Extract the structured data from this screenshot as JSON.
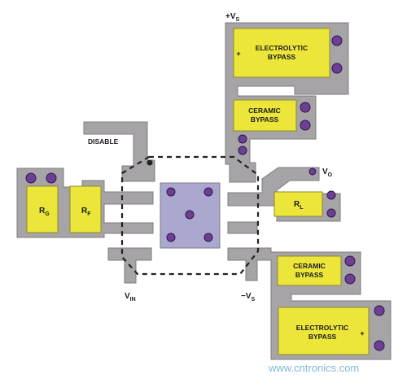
{
  "colors": {
    "trace": "#a7a4a8",
    "trace_edge": "#7e7b80",
    "component": "#ece63a",
    "component_edge": "#8d8a2a",
    "via": "#6d3f94",
    "via_edge": "#2e1748",
    "ic_pad": "#aaa8cf",
    "outline": "#222222",
    "text": "#1a1a1a",
    "watermark": "#7fb9d6"
  },
  "labels": {
    "vs_pos": {
      "main": "+V",
      "sub": "S"
    },
    "vs_neg": {
      "main": "−V",
      "sub": "S"
    },
    "vin": {
      "main": "V",
      "sub": "IN"
    },
    "vo": {
      "main": "V",
      "sub": "O"
    },
    "disable": "DISABLE",
    "top_electrolytic": [
      "ELECTROLYTIC",
      "BYPASS"
    ],
    "top_electrolytic_polarity": "+",
    "top_ceramic": [
      "CERAMIC",
      "BYPASS"
    ],
    "bottom_ceramic": [
      "CERAMIC",
      "BYPASS"
    ],
    "bottom_electrolytic": [
      "ELECTROLYTIC",
      "BYPASS"
    ],
    "bottom_electrolytic_polarity": "+",
    "rg": {
      "main": "R",
      "sub": "G"
    },
    "rf": {
      "main": "R",
      "sub": "F"
    },
    "rl": {
      "main": "R",
      "sub": "L"
    }
  },
  "watermark": "www.cntronics.com"
}
